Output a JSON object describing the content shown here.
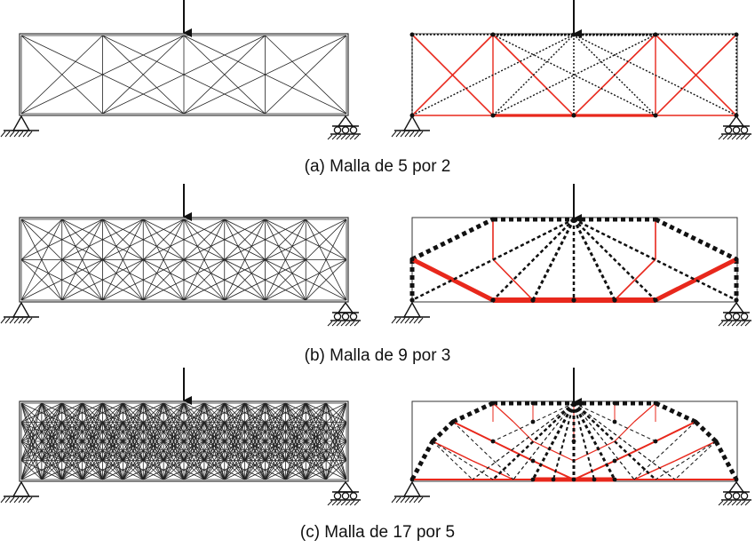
{
  "captions": {
    "a": "(a) Malla de 5 por 2",
    "b": "(b) Malla de 9 por 3",
    "c": "(c) Malla de 17 por 5"
  },
  "panels": [
    {
      "id": "a",
      "columns": 5,
      "rows": 2,
      "load": "arrow-down-icon",
      "supports": [
        "pin-support-icon",
        "roller-support-icon"
      ]
    },
    {
      "id": "b",
      "columns": 9,
      "rows": 3,
      "load": "arrow-down-icon",
      "supports": [
        "pin-support-icon",
        "roller-support-icon"
      ]
    },
    {
      "id": "c",
      "columns": 17,
      "rows": 5,
      "load": "arrow-down-icon",
      "supports": [
        "pin-support-icon",
        "roller-support-icon"
      ]
    }
  ],
  "colors": {
    "tension": "#e8281c",
    "compression": "#111111",
    "grid": "#222222",
    "frame": "#333333"
  }
}
